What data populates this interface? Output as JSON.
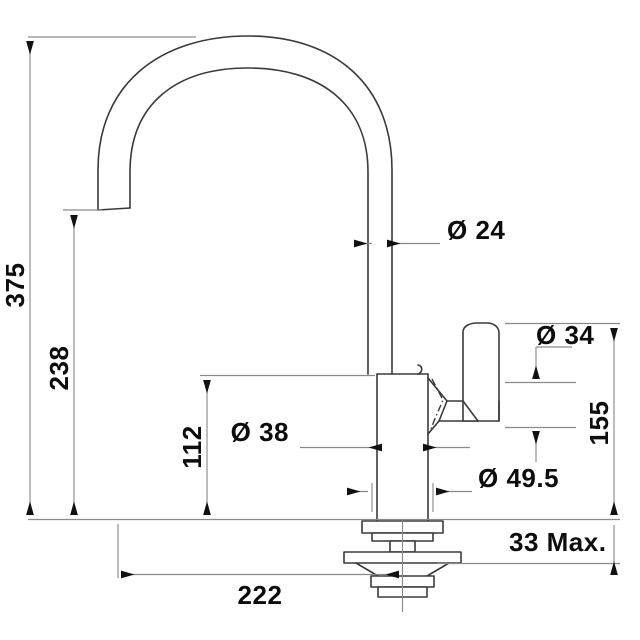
{
  "drawing": {
    "type": "technical-dimension-drawing",
    "subject": "kitchen-mixer-tap-gooseneck-single-lever",
    "units": "mm",
    "view": "front-elevation",
    "background_color": "#ffffff",
    "object_line_color": "#3a3a3a",
    "dimension_line_color": "#8a8a8a",
    "text_color": "#0d0d0d"
  },
  "dimensions": {
    "overall_height": {
      "label": "375",
      "orientation": "vertical",
      "position": "far-left",
      "from": "top-of-spout-arc",
      "to": "mounting-surface-datum"
    },
    "spout_outlet_height": {
      "label": "238",
      "orientation": "vertical",
      "position": "left",
      "from": "spout-outlet",
      "to": "mounting-surface-datum"
    },
    "body_height": {
      "label": "112",
      "orientation": "vertical",
      "position": "center-left",
      "from": "body-shoulder",
      "to": "mounting-surface-datum"
    },
    "spout_tube_diameter": {
      "label": "Ø 24",
      "orientation": "horizontal",
      "position": "upper-right",
      "target": "vertical-spout-riser"
    },
    "body_diameter": {
      "label": "Ø 38",
      "orientation": "horizontal",
      "position": "center",
      "target": "main-body-cylinder"
    },
    "handle_diameter": {
      "label": "Ø 34",
      "orientation": "vertical",
      "position": "right",
      "target": "lever-handle"
    },
    "base_flange_diameter": {
      "label": "Ø 49.5",
      "orientation": "horizontal",
      "position": "lower-right",
      "target": "base-flange"
    },
    "max_counter_thickness": {
      "label": "33 Max.",
      "orientation": "vertical",
      "position": "bottom-right",
      "target": "mounting-shank-clamp-range"
    },
    "handle_reach_height": {
      "label": "155",
      "orientation": "vertical",
      "position": "far-right",
      "from": "handle-top",
      "to": "mounting-surface-datum"
    },
    "spout_reach": {
      "label": "222",
      "orientation": "horizontal",
      "position": "bottom",
      "from": "spout-outlet-centerline",
      "to": "body-centerline"
    }
  },
  "labels": [
    "375",
    "238",
    "112",
    "Ø 24",
    "Ø 38",
    "Ø 34",
    "Ø 49.5",
    "33 Max.",
    "155",
    "222"
  ]
}
